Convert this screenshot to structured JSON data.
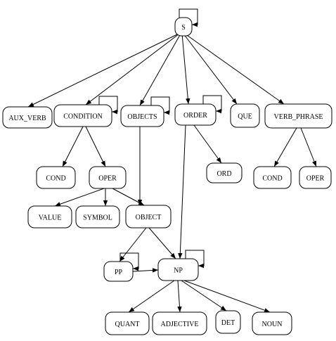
{
  "diagram": {
    "nodes": [
      {
        "id": "S",
        "label": "S"
      },
      {
        "id": "AUX_VERB",
        "label": "AUX_VERB"
      },
      {
        "id": "CONDITION",
        "label": "CONDITION"
      },
      {
        "id": "OBJECTS",
        "label": "OBJECTS"
      },
      {
        "id": "ORDER",
        "label": "ORDER"
      },
      {
        "id": "QUE",
        "label": "QUE"
      },
      {
        "id": "VERB_PHRASE",
        "label": "VERB_PHRASE"
      },
      {
        "id": "COND_1",
        "label": "COND"
      },
      {
        "id": "OPER_1",
        "label": "OPER"
      },
      {
        "id": "ORD",
        "label": "ORD"
      },
      {
        "id": "COND_2",
        "label": "COND"
      },
      {
        "id": "OPER_2",
        "label": "OPER"
      },
      {
        "id": "VALUE",
        "label": "VALUE"
      },
      {
        "id": "SYMBOL",
        "label": "SYMBOL"
      },
      {
        "id": "OBJECT",
        "label": "OBJECT"
      },
      {
        "id": "PP",
        "label": "PP"
      },
      {
        "id": "NP",
        "label": "NP"
      },
      {
        "id": "QUANT",
        "label": "QUANT"
      },
      {
        "id": "ADJECTIVE",
        "label": "ADJECTIVE"
      },
      {
        "id": "DET",
        "label": "DET"
      },
      {
        "id": "NOUN",
        "label": "NOUN"
      }
    ],
    "edges": [
      [
        "S",
        "AUX_VERB"
      ],
      [
        "S",
        "CONDITION"
      ],
      [
        "S",
        "OBJECTS"
      ],
      [
        "S",
        "ORDER"
      ],
      [
        "S",
        "QUE"
      ],
      [
        "S",
        "VERB_PHRASE"
      ],
      [
        "CONDITION",
        "COND_1"
      ],
      [
        "CONDITION",
        "OPER_1"
      ],
      [
        "OPER_1",
        "VALUE"
      ],
      [
        "OPER_1",
        "SYMBOL"
      ],
      [
        "OPER_1",
        "OBJECT"
      ],
      [
        "OBJECTS",
        "OBJECT"
      ],
      [
        "ORDER",
        "ORD"
      ],
      [
        "ORDER",
        "NP"
      ],
      [
        "VERB_PHRASE",
        "COND_2"
      ],
      [
        "VERB_PHRASE",
        "OPER_2"
      ],
      [
        "OBJECT",
        "PP"
      ],
      [
        "OBJECT",
        "NP"
      ],
      [
        "PP",
        "NP"
      ],
      [
        "NP",
        "QUANT"
      ],
      [
        "NP",
        "ADJECTIVE"
      ],
      [
        "NP",
        "DET"
      ],
      [
        "NP",
        "NOUN"
      ]
    ],
    "self_loops": [
      "S",
      "CONDITION",
      "OBJECTS",
      "ORDER",
      "PP",
      "NP"
    ]
  }
}
